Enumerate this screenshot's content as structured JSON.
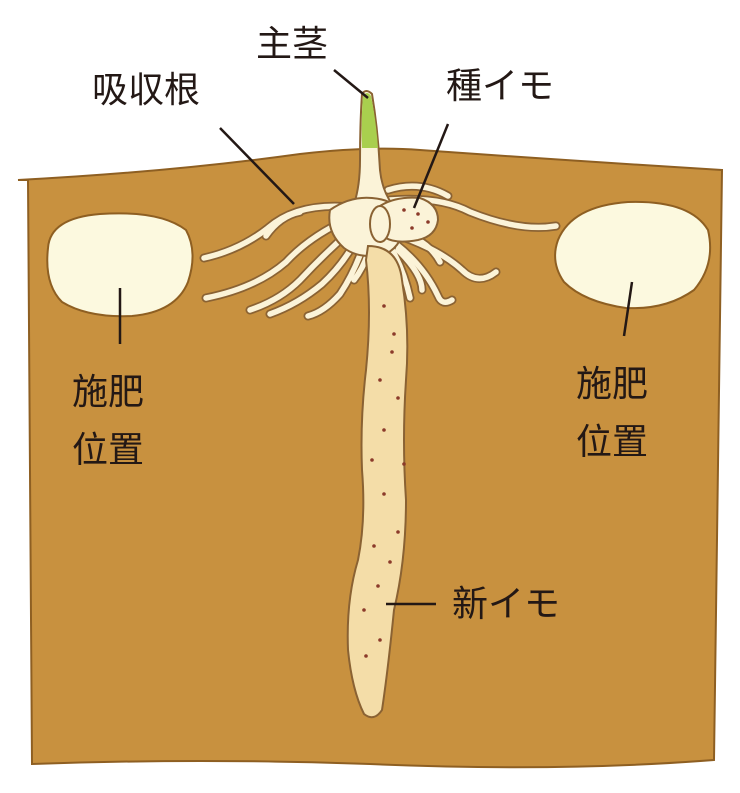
{
  "labels": {
    "main_stem": "主茎",
    "absorbing_roots": "吸収根",
    "seed_potato": "種イモ",
    "fertilizer_left": [
      "施肥",
      "位置"
    ],
    "fertilizer_right": [
      "施肥",
      "位置"
    ],
    "new_potato": "新イモ"
  },
  "colors": {
    "soil": "#C8913F",
    "soil_outline": "#8E5F22",
    "fertilizer": "#FCF9DF",
    "root": "#FBF3D8",
    "root_outline": "#8A6233",
    "new_potato": "#F4DDA8",
    "stem_green": "#A9CF4E",
    "dots": "#8B3A2A",
    "line": "#231815"
  }
}
